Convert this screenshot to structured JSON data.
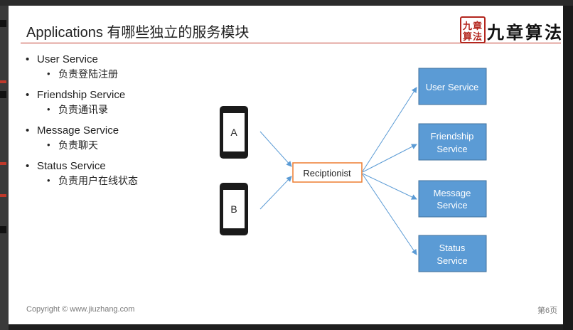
{
  "slide": {
    "title": "Applications 有哪些独立的服务模块",
    "logo": {
      "text": "九章算法",
      "seal": [
        "九",
        "章",
        "算",
        "法"
      ]
    },
    "bullets": [
      {
        "label": "User Service",
        "sub": "负责登陆注册"
      },
      {
        "label": "Friendship Service",
        "sub": "负责通讯录"
      },
      {
        "label": "Message Service",
        "sub": "负责聊天"
      },
      {
        "label": "Status Service",
        "sub": "负责用户在线状态"
      }
    ],
    "diagram": {
      "phones": [
        "A",
        "B"
      ],
      "gateway": "Reciptionist",
      "services": [
        {
          "line1": "User Service",
          "line2": ""
        },
        {
          "line1": "Friendship",
          "line2": "Service"
        },
        {
          "line1": "Message",
          "line2": "Service"
        },
        {
          "line1": "Status",
          "line2": "Service"
        }
      ]
    },
    "footer": {
      "copyright": "Copyright © www.jiuzhang.com",
      "page": "第6页"
    },
    "colors": {
      "accent": "#c0392b",
      "service_box": "#5b9bd5",
      "gateway_border": "#ed7d31",
      "arrow": "#5b9bd5"
    }
  }
}
